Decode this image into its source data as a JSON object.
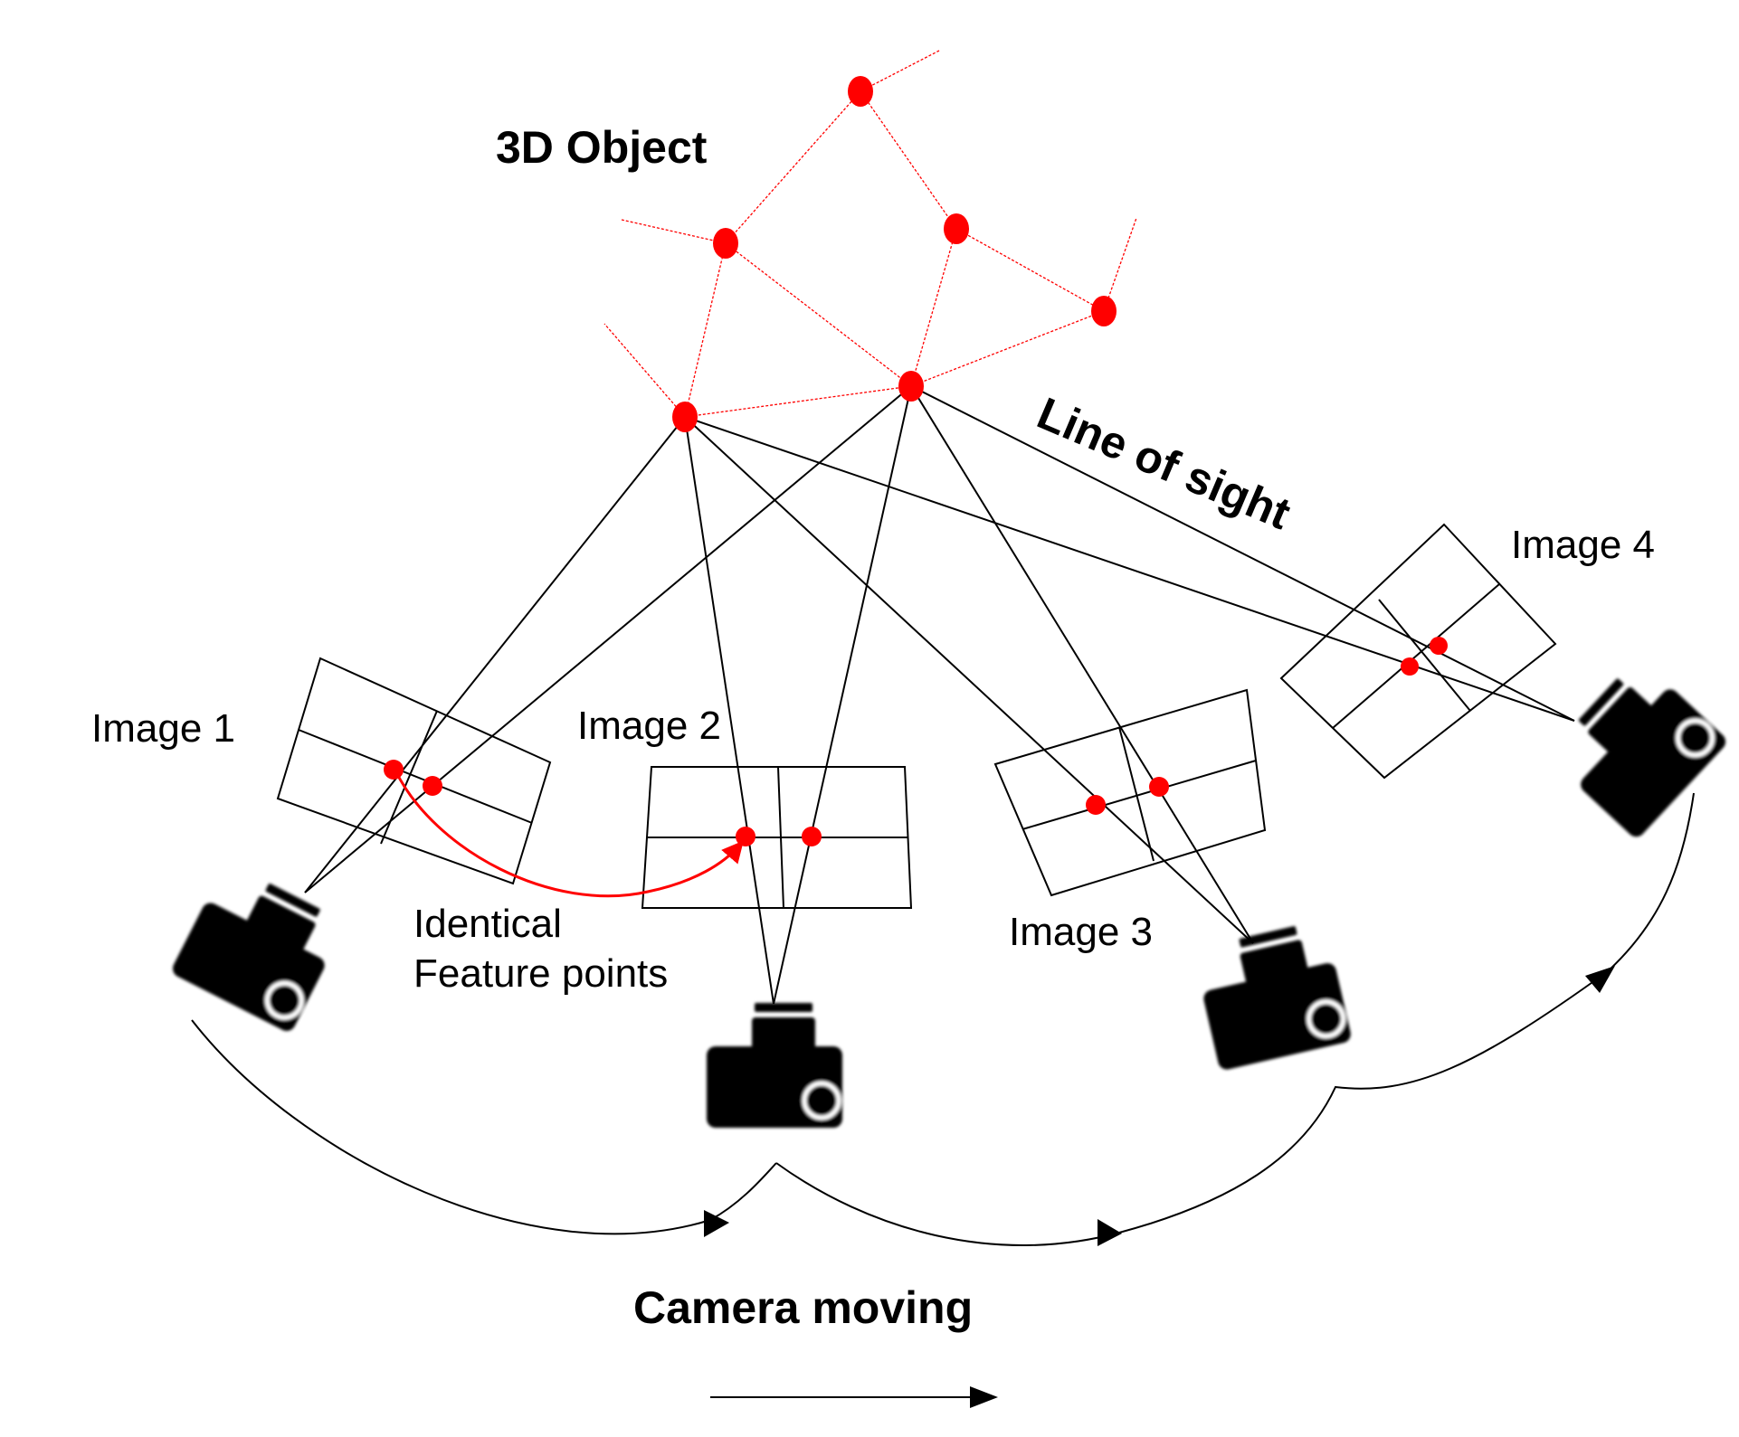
{
  "labels": {
    "object": "3D Object",
    "line_of_sight": "Line of sight",
    "image1": "Image 1",
    "image2": "Image 2",
    "image3": "Image 3",
    "image4": "Image 4",
    "feature_line1": "Identical",
    "feature_line2": "Feature points",
    "camera_moving": "Camera moving"
  },
  "colors": {
    "feature_point": "#ff0000",
    "lines": "#000000",
    "background": "#ffffff"
  },
  "icons": {
    "camera": "camera-icon"
  }
}
